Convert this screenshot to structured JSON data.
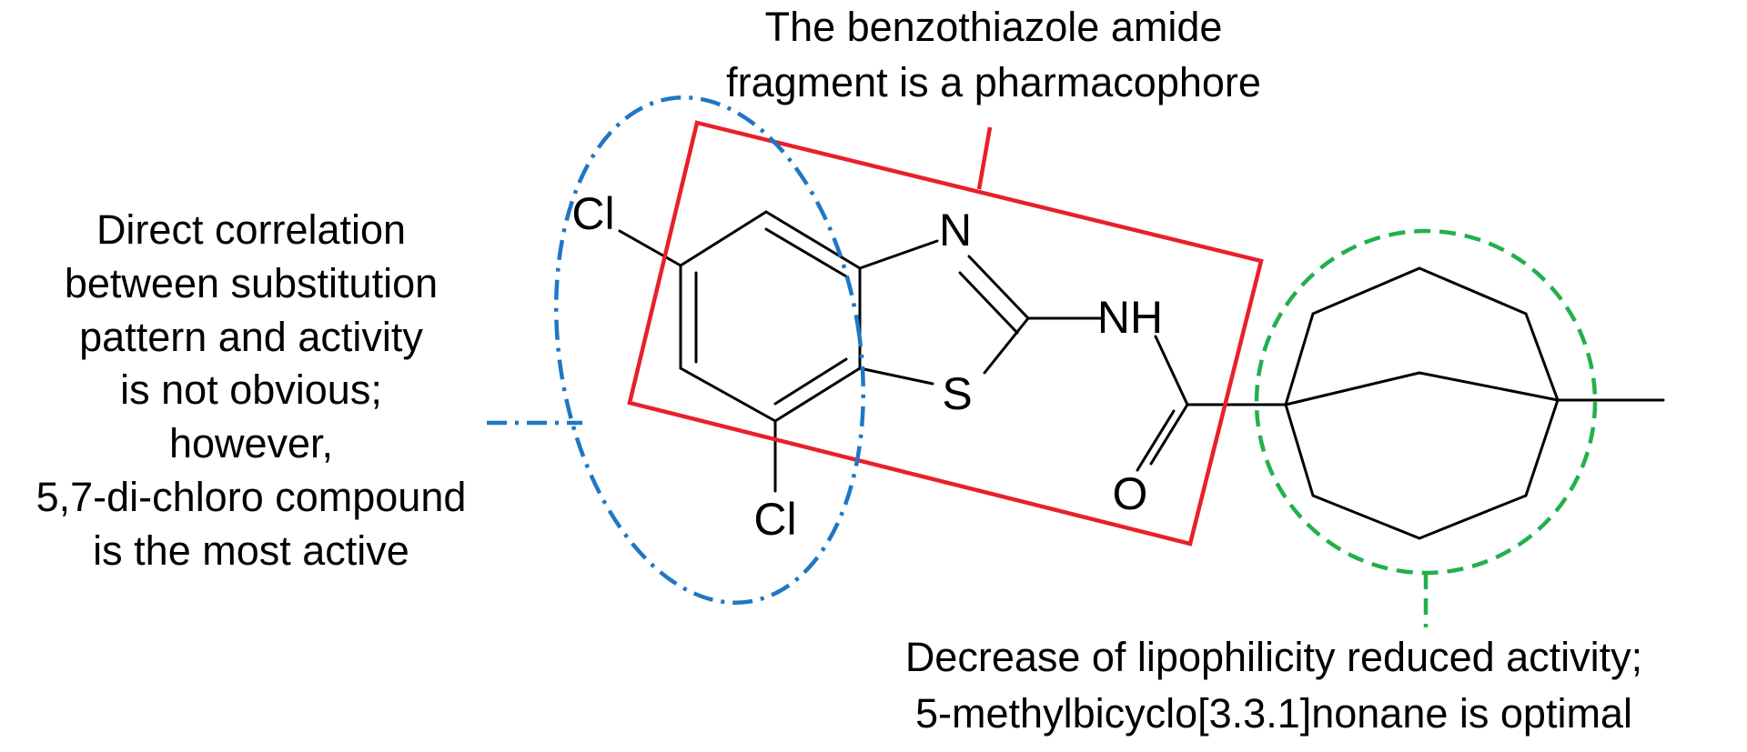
{
  "annotations": {
    "pharmacophore": {
      "lines": [
        "The benzothiazole amide",
        "fragment is a pharmacophore"
      ],
      "color": "#e8202a"
    },
    "substitution": {
      "lines": [
        "Direct correlation",
        "between substitution",
        "pattern and activity",
        "is not obvious;",
        "however,",
        "5,7-di-chloro compound",
        "is the most active"
      ],
      "color": "#1f77c4"
    },
    "lipophilicity": {
      "lines": [
        "Decrease of lipophilicity reduced activity;",
        "5-methylbicyclo[3.3.1]nonane is optimal"
      ],
      "color": "#22b04b"
    }
  },
  "atoms": {
    "cl_top": "Cl",
    "cl_bottom": "Cl",
    "n": "N",
    "s": "S",
    "nh": "NH",
    "o": "O"
  }
}
